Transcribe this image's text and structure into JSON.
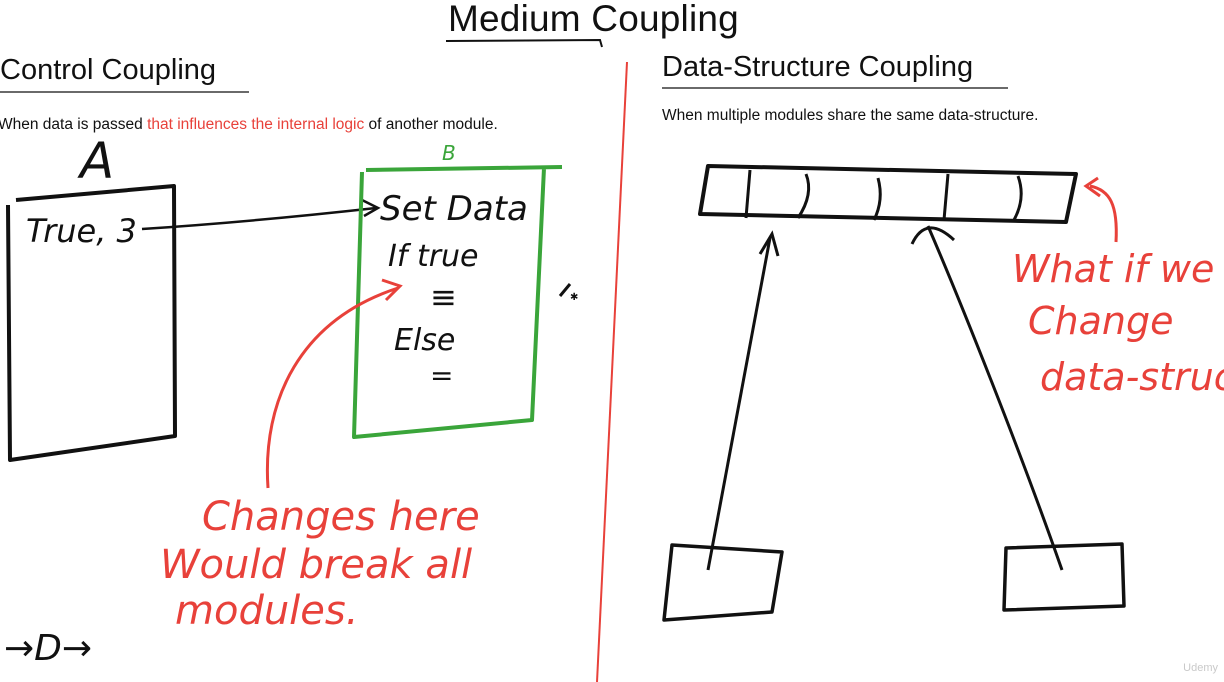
{
  "title": "Medium Coupling",
  "left": {
    "heading": "Control Coupling",
    "desc_pre": "When data is passed ",
    "desc_highlight": "that influences the internal logic",
    "desc_post": " of another module.",
    "module_a_label": "A",
    "module_a_content": "True, 3",
    "module_b_label": "B",
    "module_b_lines": [
      "Set Data",
      "If true",
      "≡",
      "Else",
      "="
    ],
    "note_lines": [
      "Changes here",
      "Would break all",
      "modules."
    ],
    "bottom_glyph": "→D→"
  },
  "right": {
    "heading": "Data-Structure Coupling",
    "desc": "When multiple modules share the same data-structure.",
    "note_lines": [
      "What if we",
      "Change",
      "data-struct."
    ]
  },
  "colors": {
    "ink": "#111111",
    "red": "#e8413a",
    "green": "#3aa53a"
  },
  "watermark": "Udemy"
}
